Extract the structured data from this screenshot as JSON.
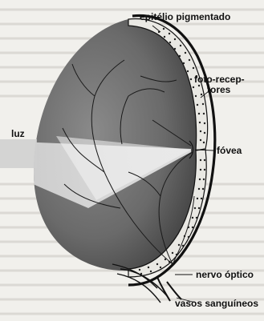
{
  "labels": {
    "epitelio": "epitélio pigmentado",
    "fotoreceptores_1": "foto-recep-",
    "fotoreceptores_2": "tores",
    "luz": "luz",
    "fovea": "fóvea",
    "nervo": "nervo óptico",
    "vasos": "vasos sanguíneos"
  }
}
